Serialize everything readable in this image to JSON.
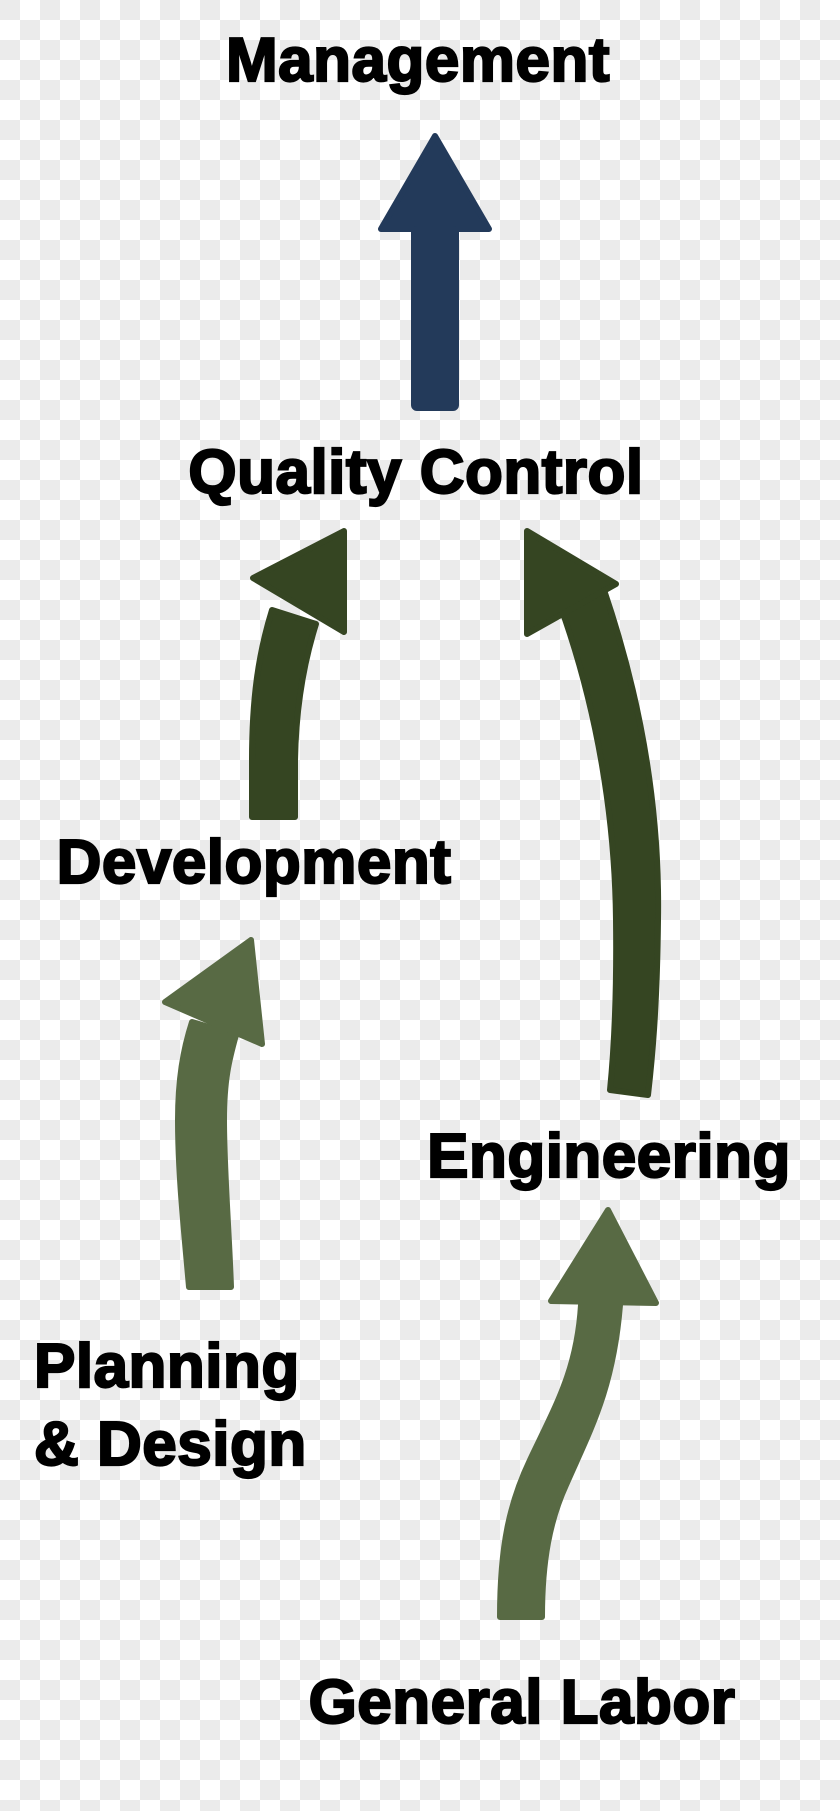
{
  "diagram": {
    "type": "career-progression-flow",
    "colors": {
      "top_arrow": "#233a5a",
      "dark_green_arrow": "#354522",
      "light_green_arrow": "#586a44",
      "text": "#000000",
      "checker_light": "#ffffff",
      "checker_dark": "#ebebeb"
    },
    "nodes": [
      {
        "id": "management",
        "label": "Management"
      },
      {
        "id": "quality_control",
        "label": "Quality Control"
      },
      {
        "id": "development",
        "label": "Development"
      },
      {
        "id": "engineering",
        "label": "Engineering"
      },
      {
        "id": "planning_design",
        "label": "Planning\n& Design",
        "lines": [
          "Planning",
          "& Design"
        ]
      },
      {
        "id": "general_labor",
        "label": "General Labor"
      }
    ],
    "edges": [
      {
        "from": "quality_control",
        "to": "management",
        "color": "#233a5a",
        "shape": "straight"
      },
      {
        "from": "development",
        "to": "quality_control",
        "color": "#354522",
        "shape": "curved"
      },
      {
        "from": "engineering",
        "to": "quality_control",
        "color": "#354522",
        "shape": "curved"
      },
      {
        "from": "planning_design",
        "to": "development",
        "color": "#586a44",
        "shape": "curved"
      },
      {
        "from": "general_labor",
        "to": "engineering",
        "color": "#586a44",
        "shape": "s-curve"
      }
    ]
  }
}
